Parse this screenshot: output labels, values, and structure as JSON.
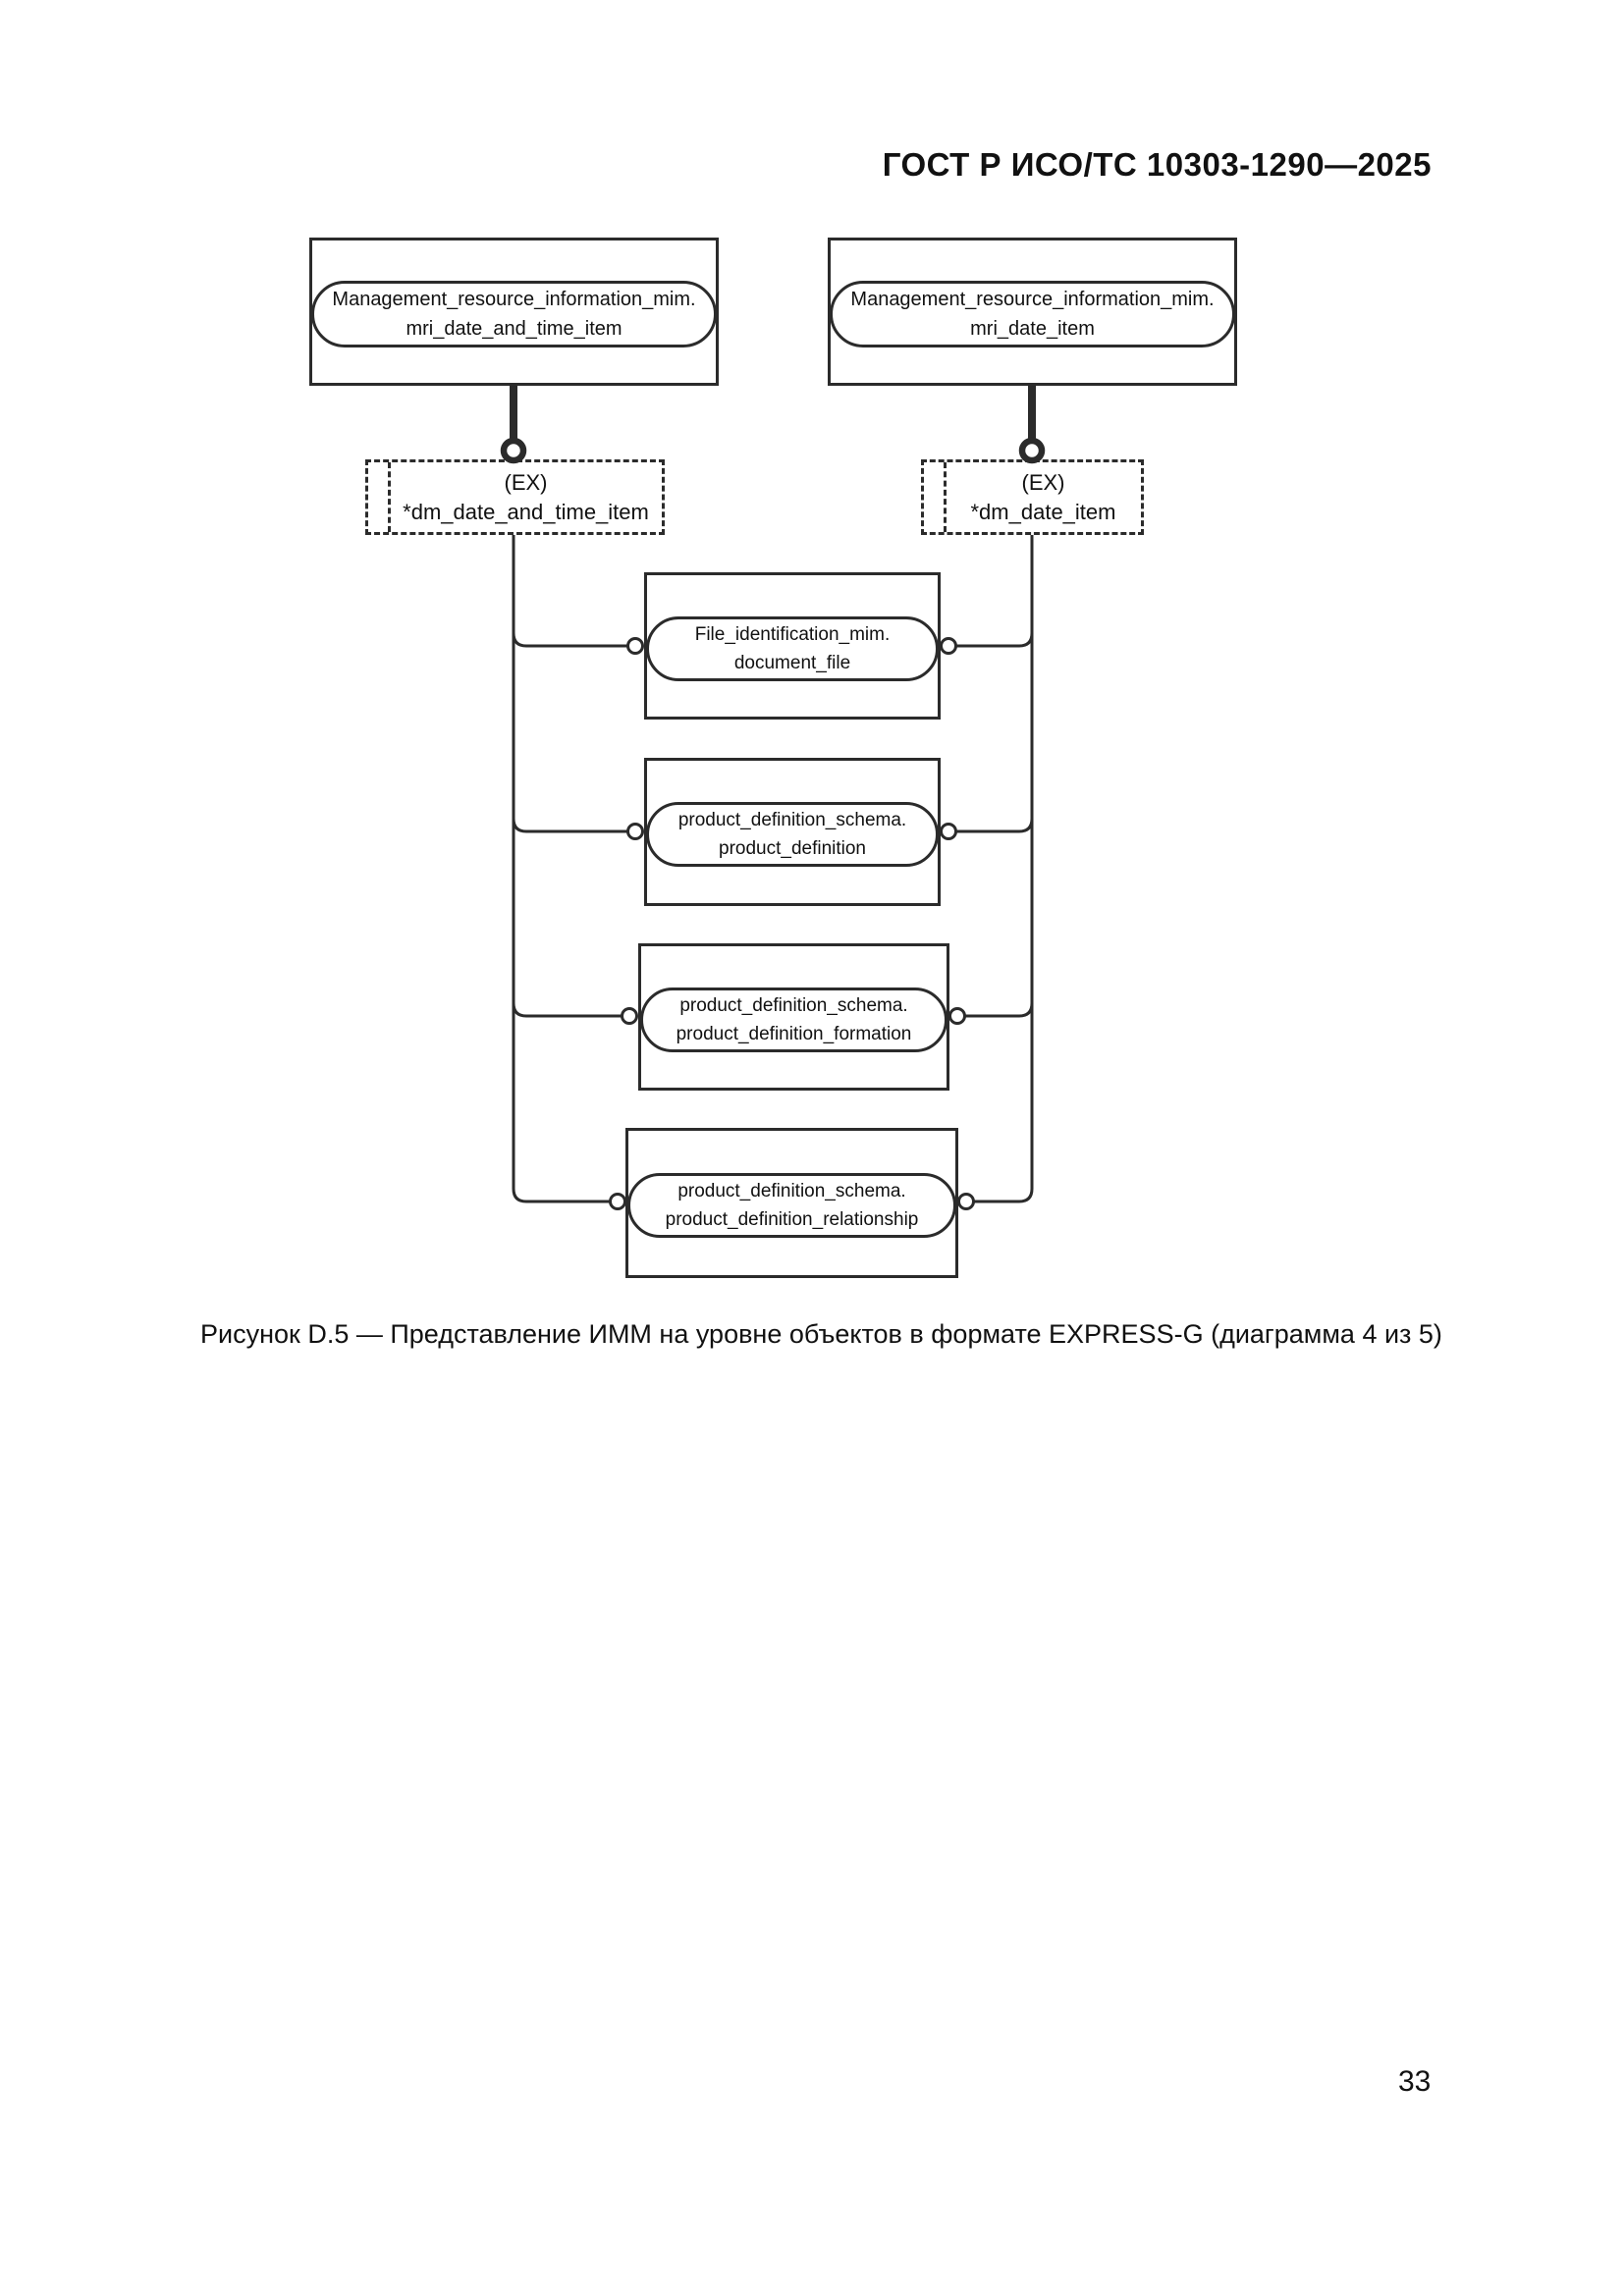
{
  "page": {
    "header": "ГОСТ Р ИСО/ТС 10303-1290—2025",
    "caption": "Рисунок D.5 — Представление ИММ на уровне объектов в формате EXPRESS-G (диаграмма 4 из 5)",
    "page_number": "33"
  },
  "diagram": {
    "notation": "EXPRESS-G",
    "colors": {
      "line": "#2b2b2b",
      "text": "#111111",
      "background": "#ffffff"
    },
    "top_nodes": [
      {
        "label_line1": "Management_resource_information_mim.",
        "label_line2": "mri_date_and_time_item"
      },
      {
        "label_line1": "Management_resource_information_mim.",
        "label_line2": "mri_date_item"
      }
    ],
    "ref_nodes": [
      {
        "label_line1": "(EX)",
        "label_line2": "*dm_date_and_time_item"
      },
      {
        "label_line1": "(EX)",
        "label_line2": "*dm_date_item"
      }
    ],
    "entity_nodes": [
      {
        "label_line1": "File_identification_mim.",
        "label_line2": "document_file"
      },
      {
        "label_line1": "product_definition_schema.",
        "label_line2": "product_definition"
      },
      {
        "label_line1": "product_definition_schema.",
        "label_line2": "product_definition_formation"
      },
      {
        "label_line1": "product_definition_schema.",
        "label_line2": "product_definition_relationship"
      }
    ]
  }
}
